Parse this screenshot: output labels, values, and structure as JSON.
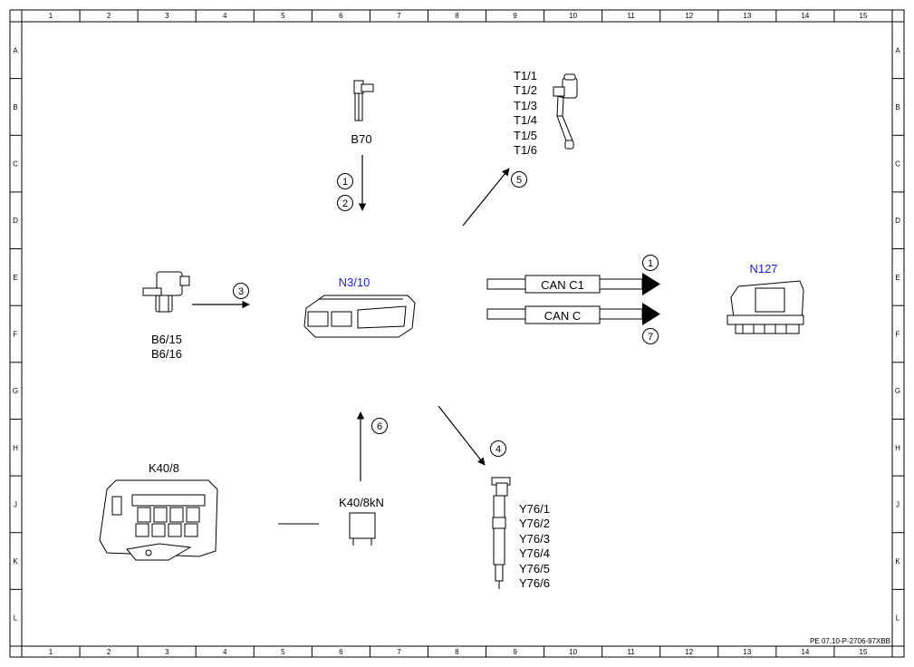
{
  "diagram": {
    "columns": [
      "1",
      "2",
      "3",
      "4",
      "5",
      "6",
      "7",
      "8",
      "9",
      "10",
      "11",
      "12",
      "13",
      "14",
      "15"
    ],
    "rows": [
      "A",
      "B",
      "C",
      "D",
      "E",
      "F",
      "G",
      "H",
      "J",
      "K",
      "L"
    ],
    "components": {
      "b70": "B70",
      "n3_10": "N3/10",
      "n127": "N127",
      "b6_15": "B6/15",
      "b6_16": "B6/16",
      "k40_8": "K40/8",
      "k40_8kn": "K40/8kN",
      "t1": [
        "T1/1",
        "T1/2",
        "T1/3",
        "T1/4",
        "T1/5",
        "T1/6"
      ],
      "y76": [
        "Y76/1",
        "Y76/2",
        "Y76/3",
        "Y76/4",
        "Y76/5",
        "Y76/6"
      ]
    },
    "can_buses": [
      "CAN C1",
      "CAN C"
    ],
    "signal_numbers": {
      "s1_top": "1",
      "s2": "2",
      "s3": "3",
      "s4": "4",
      "s5": "5",
      "s6": "6",
      "s1_can": "1",
      "s7": "7"
    },
    "doc_id": "PE 07.10-P-2706-97XBB",
    "colors": {
      "component_label": "#1a1aff",
      "lines": "#000000"
    }
  }
}
